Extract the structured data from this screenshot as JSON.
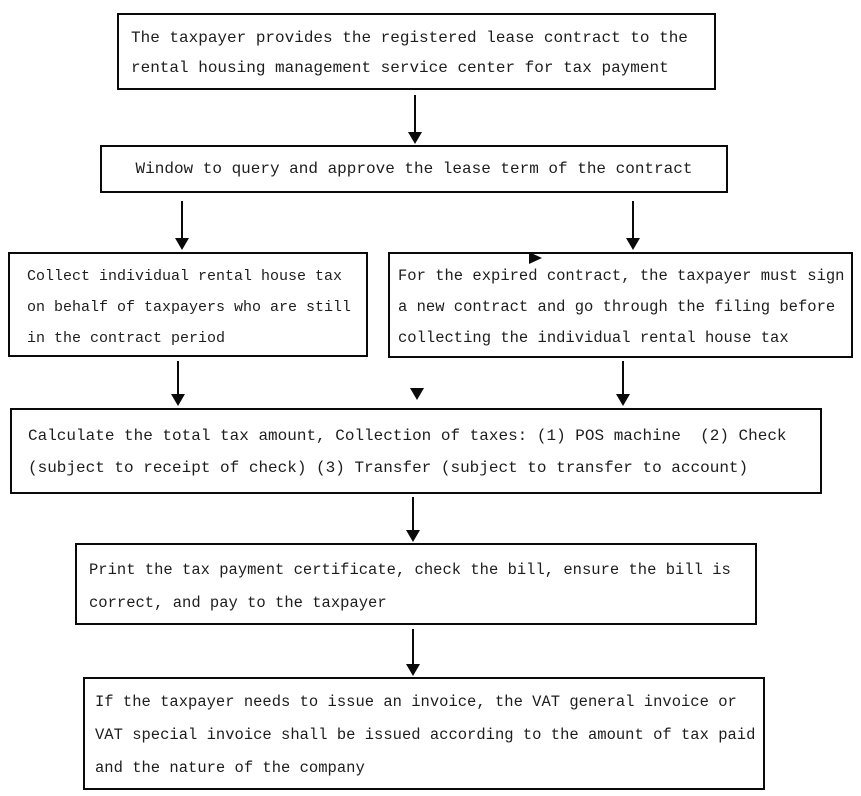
{
  "page": {
    "background": "#ffffff",
    "line_color": "#0a0a0a",
    "text_color": "#1d1d1d"
  },
  "flowchart": {
    "boxes": [
      {
        "name": "provide-contract",
        "lines": [
          "The taxpayer provides the registered lease contract to the",
          "rental housing management service center for tax payment"
        ]
      },
      {
        "name": "window-query",
        "lines": [
          "Window to query and approve the lease term of the contract"
        ]
      },
      {
        "name": "collect-in-period",
        "lines": [
          "Collect individual rental house tax",
          "on behalf of taxpayers who are still",
          "in the contract period"
        ]
      },
      {
        "name": "expired-contract",
        "lines": [
          "For the expired contract, the taxpayer must sign",
          "a new contract and go through the filing before",
          "collecting the individual rental house tax"
        ]
      },
      {
        "name": "calculate-tax",
        "lines": [
          "Calculate the total tax amount, Collection of taxes: (1) POS machine  (2) Check",
          "(subject to receipt of check) (3) Transfer (subject to transfer to account)"
        ]
      },
      {
        "name": "print-certificate",
        "lines": [
          "Print the tax payment certificate, check the bill, ensure the bill is",
          "correct, and pay to the taxpayer"
        ]
      },
      {
        "name": "issue-invoice",
        "lines": [
          "If the taxpayer needs to issue an invoice, the VAT general invoice or",
          "VAT special invoice shall be issued according to the amount of tax paid",
          "and the nature of the company"
        ]
      }
    ]
  }
}
